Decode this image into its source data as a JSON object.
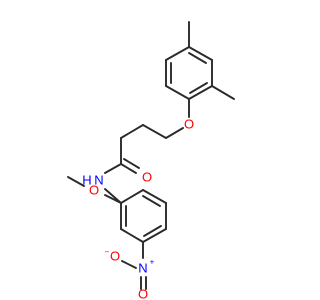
{
  "molecule": {
    "atoms": {
      "ether_oxygen": {
        "text": "O",
        "color": "#ff0000"
      },
      "carbonyl_oxygen": {
        "text": "O",
        "color": "#ff0000"
      },
      "methoxy_oxygen": {
        "text": "O",
        "color": "#ff0000"
      },
      "amide_nitrogen": {
        "text": "N",
        "color": "#0000ff"
      },
      "amide_hydrogen": {
        "text": "H",
        "color": "#0000ff"
      },
      "nitro_nitrogen": {
        "text": "N",
        "color": "#0000ff"
      },
      "nitro_nitrogen_charge": {
        "text": "+",
        "color": "#0000ff"
      },
      "nitro_oxygen_left": {
        "text": "O",
        "color": "#ff0000"
      },
      "nitro_oxygen_left_charge": {
        "text": "−",
        "color": "#ff0000"
      },
      "nitro_oxygen_bottom": {
        "text": "O",
        "color": "#ff0000"
      }
    },
    "bond_color": "#2a2a2a"
  }
}
